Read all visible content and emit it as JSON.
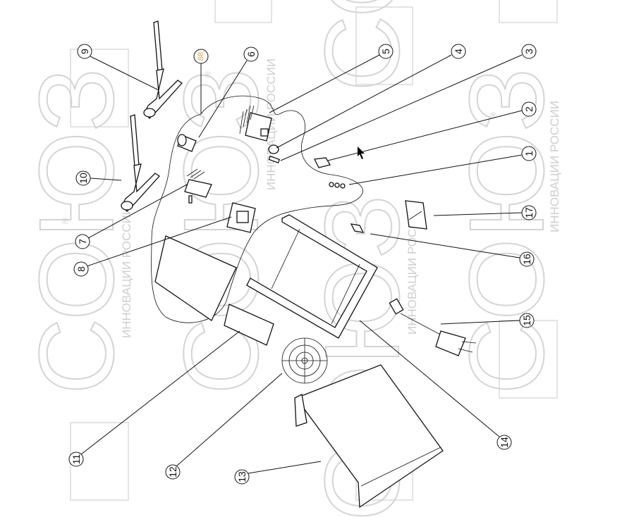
{
  "watermark": {
    "brand": "СОЮЗ",
    "tagline": "ИННОВАЦИИ РОССИИ",
    "registered": "®"
  },
  "callouts": {
    "c1": "1",
    "c2": "2",
    "c3": "3",
    "c4": "4",
    "c5": "5",
    "c6": "6",
    "c7": "7",
    "c8": "8",
    "c9": "9",
    "c10": "10",
    "c11": "11",
    "c12": "12",
    "c13": "13",
    "c14": "14",
    "c15": "15",
    "c16": "16",
    "c17": "17",
    "c88": "88"
  },
  "colors": {
    "line": "#111111",
    "watermark": "#d4d4d4",
    "callout_88": "#e0a060"
  }
}
